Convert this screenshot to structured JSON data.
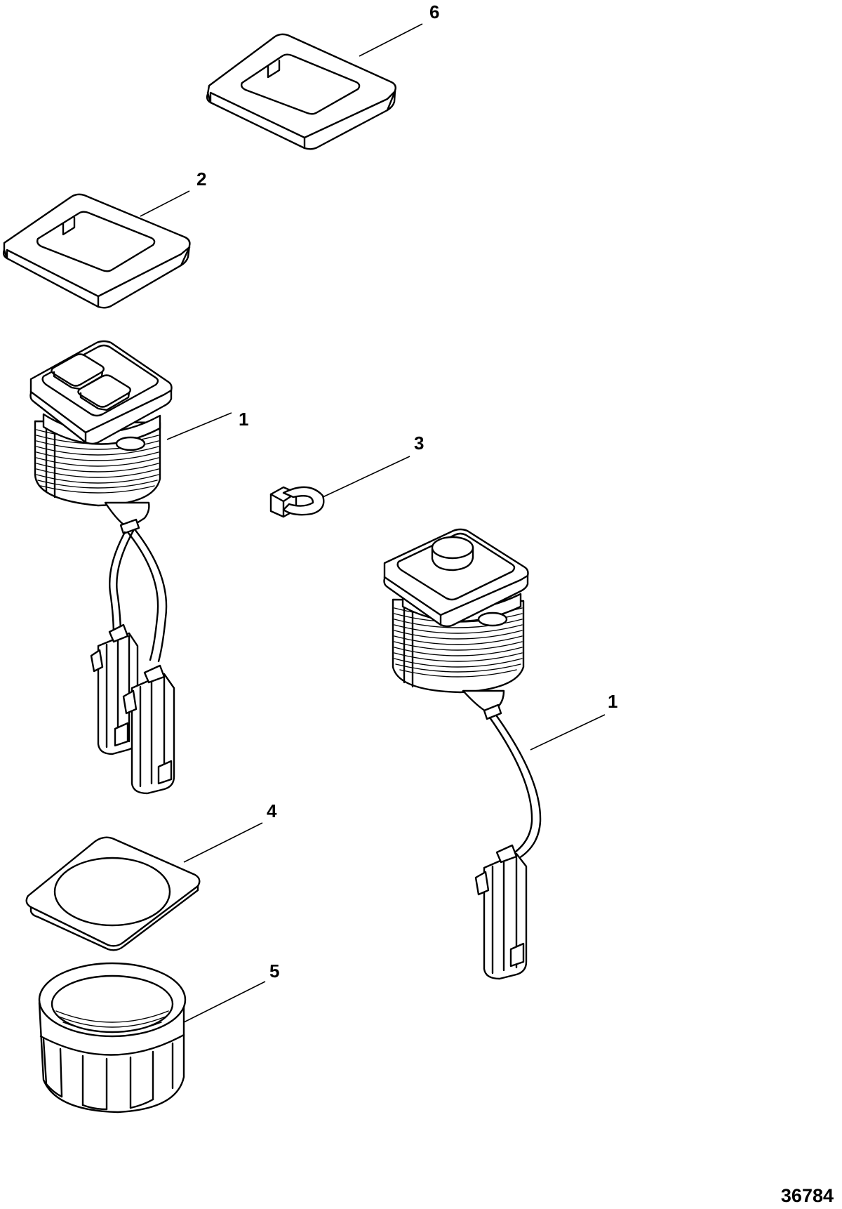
{
  "callouts": {
    "c6": "6",
    "c2": "2",
    "c1_dual": "1",
    "c3": "3",
    "c1_single": "1",
    "c4": "4",
    "c5": "5"
  },
  "figure_number": "36784"
}
